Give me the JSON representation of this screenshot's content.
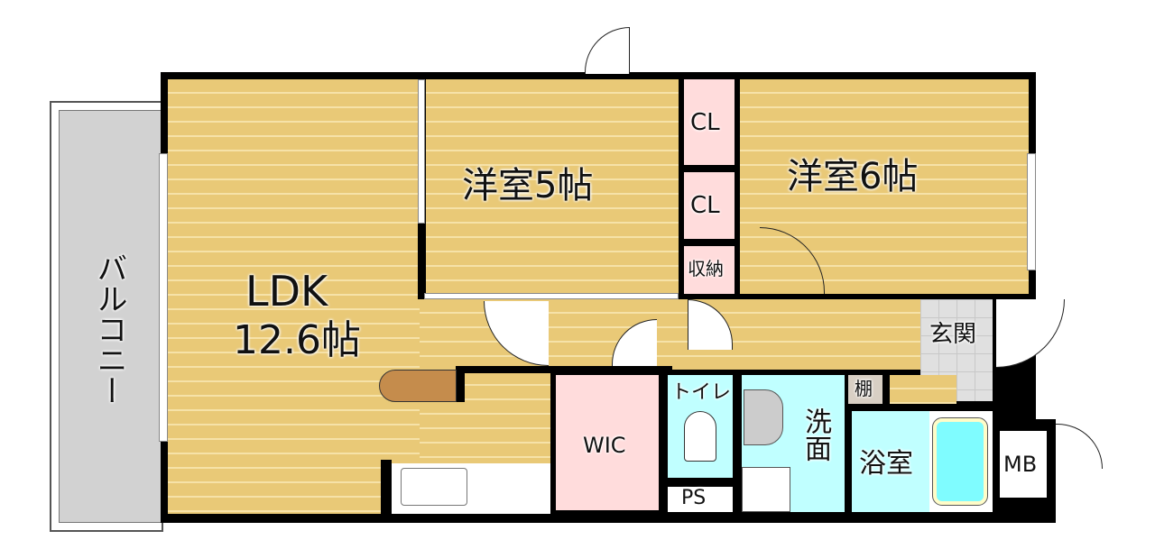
{
  "rooms": {
    "balcony": "バルコニー",
    "ldk": "LDK",
    "ldk_size": "12.6帖",
    "room5": "洋室5帖",
    "room6": "洋室6帖",
    "closet1": "CL",
    "closet2": "CL",
    "storage": "収納",
    "entrance": "玄関",
    "wic": "WIC",
    "toilet": "トイレ",
    "washroom": "洗面",
    "shelf": "棚",
    "bathroom": "浴室",
    "ps": "PS",
    "mb": "MB"
  },
  "colors": {
    "wood": "#e9c977",
    "closet": "#ffdcdc",
    "wet": "#c0ffff",
    "wall": "#000000"
  }
}
